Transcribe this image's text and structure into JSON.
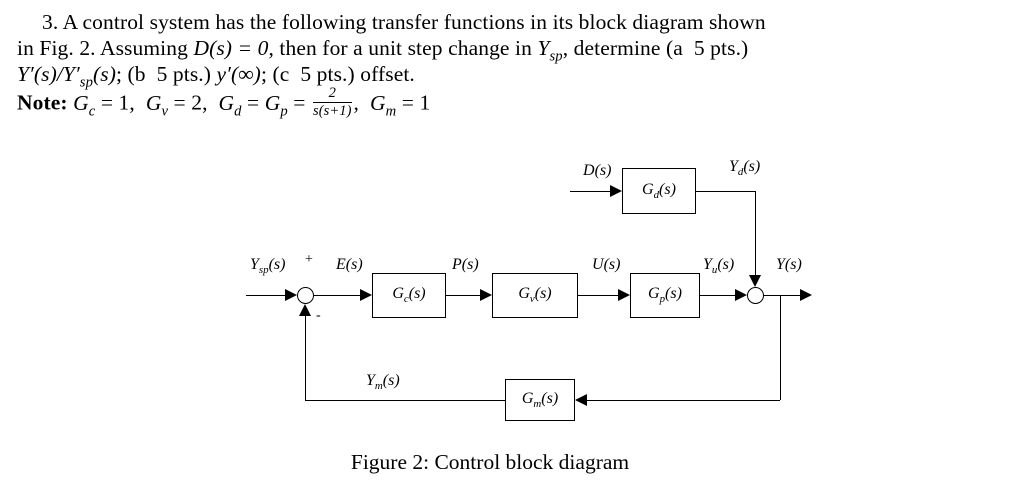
{
  "problem": {
    "line1": "3. A control system has the following transfer functions in its block diagram shown",
    "line2": {
      "t1": "in Fig. 2. Assuming ",
      "m1": "D(s) = 0",
      "t2": ", then for a unit step change in ",
      "m2": "Y",
      "m2sub": "sp",
      "t3": ", determine (a  5 pts.)"
    },
    "line3": {
      "m1": "Y′(s)/Y′",
      "m1sub": "sp",
      "m2": "(s)",
      "t1": "; (b  5 pts.) ",
      "m3": "y′(∞)",
      "t2": "; (c  5 pts.) offset."
    },
    "note": {
      "label": "Note: ",
      "g1": "G",
      "g1sub": "c",
      "e1": " = 1,  ",
      "g2": "G",
      "g2sub": "v",
      "e2": " = 2,  ",
      "g3": "G",
      "g3sub": "d",
      "e3": " = ",
      "g4": "G",
      "g4sub": "p",
      "e4": " = ",
      "frac_num": "2",
      "frac_den": "s(s+1)",
      "e5": ",  ",
      "g5": "G",
      "g5sub": "m",
      "e6": " = 1"
    }
  },
  "diagram": {
    "signals": {
      "d": {
        "pre": "D",
        "sub": "",
        "post": "(s)"
      },
      "yd": {
        "pre": "Y",
        "sub": "d",
        "post": "(s)"
      },
      "ysp": {
        "pre": "Y",
        "sub": "sp",
        "post": "(s)"
      },
      "e": {
        "pre": "E",
        "sub": "",
        "post": "(s)"
      },
      "p": {
        "pre": "P",
        "sub": "",
        "post": "(s)"
      },
      "u": {
        "pre": "U",
        "sub": "",
        "post": "(s)"
      },
      "yu": {
        "pre": "Y",
        "sub": "u",
        "post": "(s)"
      },
      "y": {
        "pre": "Y",
        "sub": "",
        "post": "(s)"
      },
      "ym": {
        "pre": "Y",
        "sub": "m",
        "post": "(s)"
      }
    },
    "blocks": {
      "gd": {
        "pre": "G",
        "sub": "d",
        "post": "(s)"
      },
      "gc": {
        "pre": "G",
        "sub": "c",
        "post": "(s)"
      },
      "gv": {
        "pre": "G",
        "sub": "v",
        "post": "(s)"
      },
      "gp": {
        "pre": "G",
        "sub": "p",
        "post": "(s)"
      },
      "gm": {
        "pre": "G",
        "sub": "m",
        "post": "(s)"
      }
    },
    "signs": {
      "plus": "+",
      "minus": "-"
    }
  },
  "caption": "Figure 2: Control block diagram"
}
